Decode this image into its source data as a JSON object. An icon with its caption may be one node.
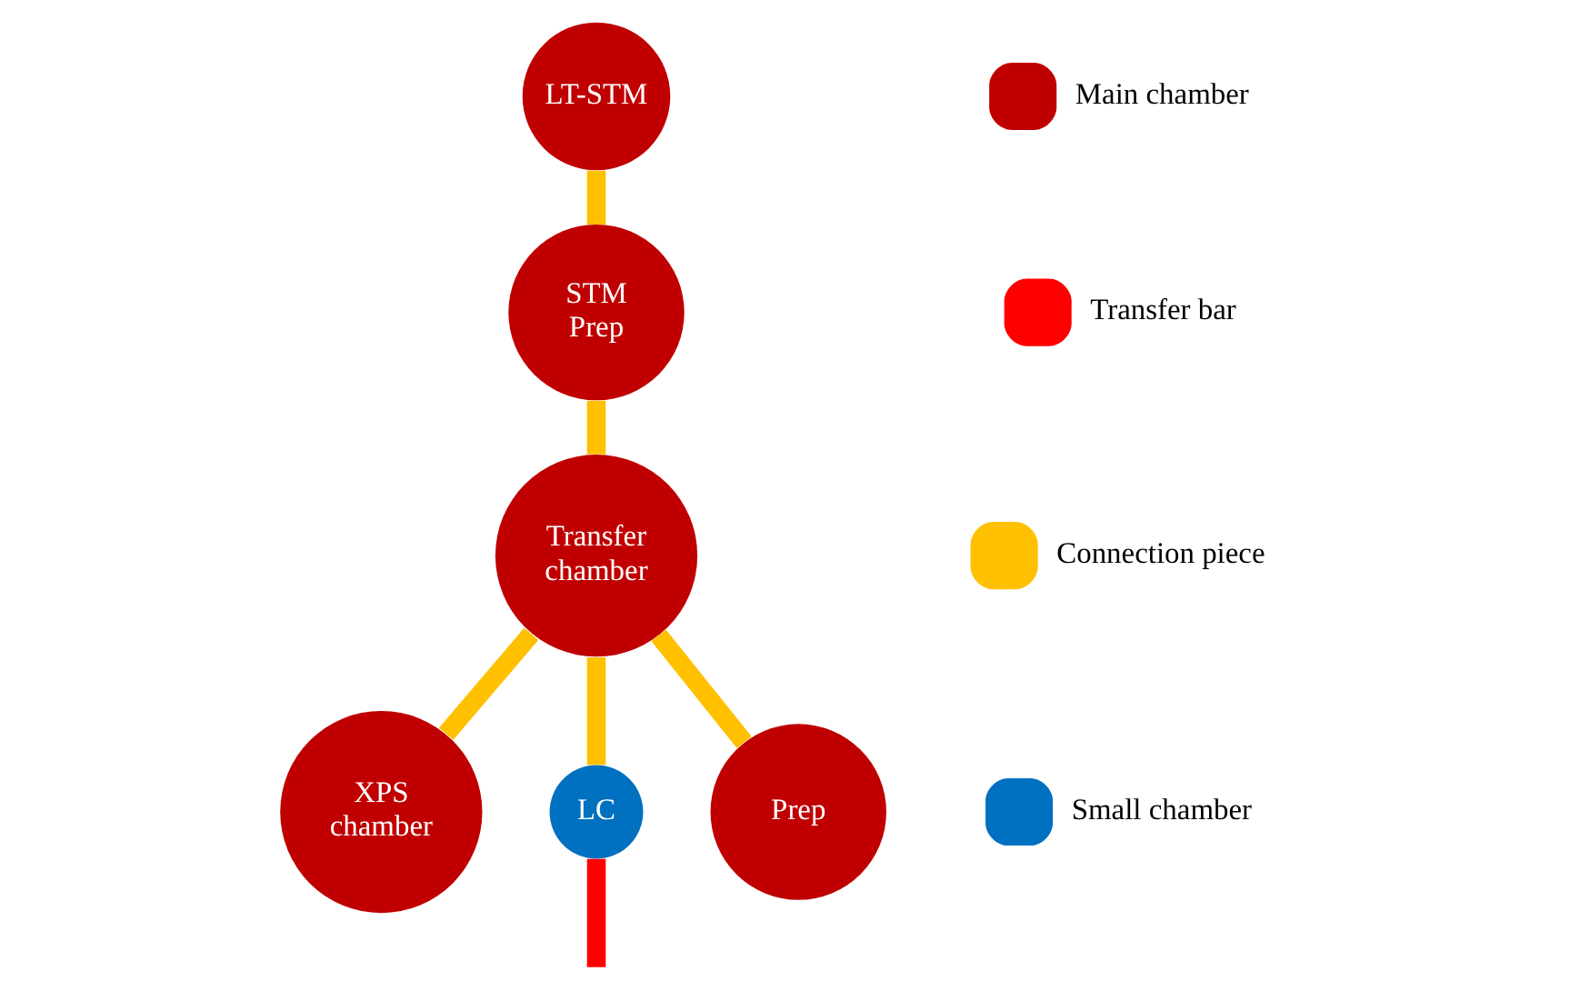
{
  "diagram": {
    "nodes": [
      {
        "text": [
          "LT-STM"
        ]
      },
      {
        "text": [
          "STM Prep"
        ]
      },
      {
        "text": [
          "Transfer chamber"
        ]
      },
      {
        "text": [
          "XPS chamber"
        ]
      },
      {
        "text": [
          "LC"
        ]
      },
      {
        "text": [
          "Prep"
        ]
      }
    ],
    "edges": [
      {
        "from": 0,
        "to": 1,
        "arrow": "none"
      },
      {
        "from": 1,
        "to": 2,
        "arrow": "none"
      },
      {
        "from": 2,
        "to": 3,
        "arrow": "none"
      },
      {
        "from": 2,
        "to": 4,
        "arrow": "none"
      },
      {
        "from": 2,
        "to": 5,
        "arrow": "none"
      },
      {
        "from": 4,
        "to": null,
        "arrow": "none",
        "color": "#ff0000"
      }
    ],
    "legend": [
      {
        "text": "Main chamber",
        "color": "#c00000"
      },
      {
        "text": "Transfer bar",
        "color": "#ff0000"
      },
      {
        "text": "Connection piece",
        "color": "#ffc000"
      },
      {
        "text": "Small chamber",
        "color": "#0070c0"
      }
    ]
  }
}
